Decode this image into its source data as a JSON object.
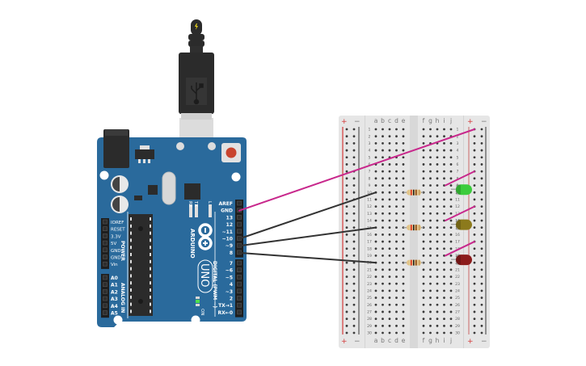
{
  "colors": {
    "board": "#2a6a9c",
    "board_dark": "#1f5a88",
    "breadboard": "#e6e6e6",
    "breadboard_center": "#dadada",
    "rail_plus": "#d43a3a",
    "rail_minus": "#555555",
    "wire_magenta": "#c8288c",
    "wire_black": "#333333",
    "led_green": "#3ccc3c",
    "led_yellow": "#8c7a1c",
    "led_red": "#8c1c1c",
    "resistor_body": "#e2c48a",
    "reset_button": "#c8442e"
  },
  "usb": {
    "icon": "usb-icon",
    "tip_icon": "lightning-icon"
  },
  "arduino": {
    "brand": "ARDUINO",
    "model": "UNO",
    "logo_icon": "infinity-logo-icon",
    "power_label": "POWER",
    "analog_label": "ANALOG IN",
    "digital_label": "DIGITAL (PWM ~)",
    "on_label": "ON",
    "led_labels": [
      "RX",
      "TX",
      "L"
    ],
    "power_pins": [
      "IOREF",
      "RESET",
      "3.3V",
      "5V",
      "GND",
      "GND",
      "Vin"
    ],
    "analog_pins": [
      "A0",
      "A1",
      "A2",
      "A3",
      "A4",
      "A5"
    ],
    "digital_pins_top": [
      "AREF",
      "GND",
      "13",
      "12",
      "~11",
      "~10",
      "~9",
      "8"
    ],
    "digital_pins_bottom": [
      "7",
      "~6",
      "~5",
      "4",
      "~3",
      "2",
      "TX→1",
      "RX←0"
    ]
  },
  "breadboard": {
    "columns_left": [
      "a",
      "b",
      "c",
      "d",
      "e"
    ],
    "columns_right": [
      "f",
      "g",
      "h",
      "i",
      "j"
    ],
    "rows": 30,
    "rail_plus": "+",
    "rail_minus": "−"
  },
  "circuit": {
    "wires": [
      {
        "from": "GND",
        "to": "right + rail row 1",
        "color": "magenta"
      },
      {
        "from": "~10",
        "to": "a10",
        "color": "black"
      },
      {
        "from": "~9",
        "to": "a15",
        "color": "black"
      },
      {
        "from": "8",
        "to": "a20",
        "color": "black"
      }
    ],
    "resistors": [
      {
        "row": 10,
        "span": "e–f"
      },
      {
        "row": 15,
        "span": "e–f"
      },
      {
        "row": 20,
        "span": "e–f"
      }
    ],
    "leds": [
      {
        "color": "green",
        "row": 10
      },
      {
        "color": "yellow",
        "row": 15
      },
      {
        "color": "red",
        "row": 20
      }
    ],
    "jumpers": [
      {
        "from": "i9",
        "to": "right rail row 7"
      },
      {
        "from": "i14",
        "to": "right rail row 12"
      },
      {
        "from": "i19",
        "to": "right rail row 17"
      }
    ]
  }
}
